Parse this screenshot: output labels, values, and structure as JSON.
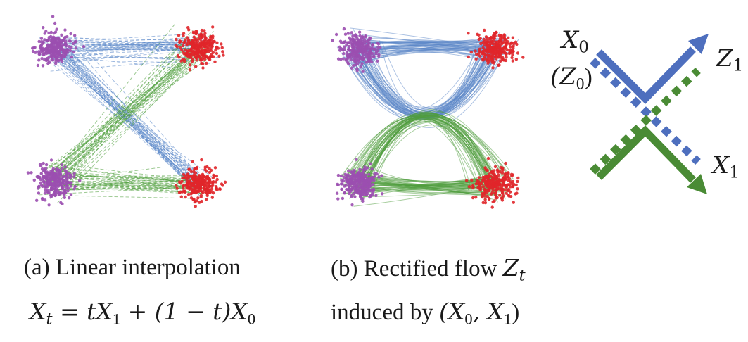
{
  "figure": {
    "panel_a": {
      "caption": "(a) Linear interpolation",
      "equation_lhs": "X",
      "equation_lhs_sub": "t",
      "equation_rhs_1": " = tX",
      "equation_rhs_1_sub": "1",
      "equation_rhs_2": " + (1 − t)X",
      "equation_rhs_2_sub": "0"
    },
    "panel_b": {
      "caption": "(b) Rectified flow ",
      "caption_var": "Z",
      "caption_var_sub": "t",
      "induced_text": "induced by ",
      "induced_math": "(X",
      "induced_math_sub1": "0",
      "induced_math_mid": ", X",
      "induced_math_sub2": "1",
      "induced_math_end": ")"
    },
    "panel_c": {
      "label_x0": "X",
      "label_x0_sub": "0",
      "label_z0": "(Z",
      "label_z0_sub": "0",
      "label_z0_end": ")",
      "label_z1": "Z",
      "label_z1_sub": "1",
      "label_x1": "X",
      "label_x1_sub": "1"
    },
    "colors": {
      "purple": "#9b4fb0",
      "red": "#e0262a",
      "blue": "#5a86c8",
      "green": "#4f9e3d",
      "blue_arrow": "#4e6fbe",
      "green_arrow": "#4a8b35"
    }
  }
}
